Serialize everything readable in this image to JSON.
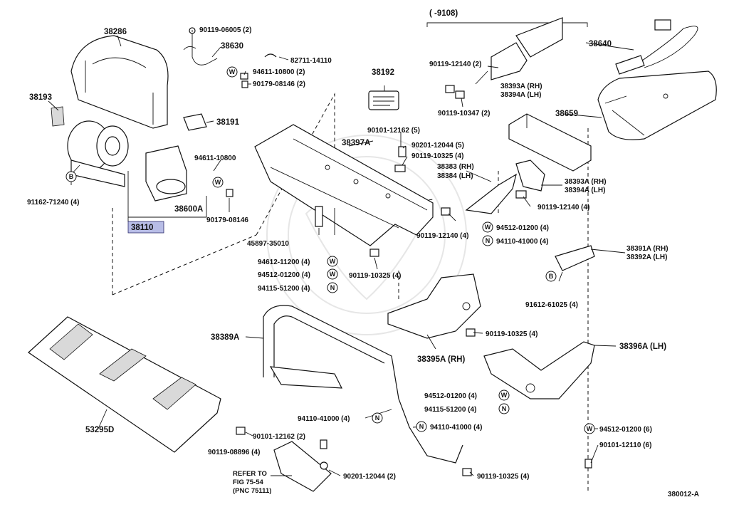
{
  "diagram_id": "380012-A",
  "range_header": "(      -9108)",
  "callouts": {
    "38286": "38286",
    "38193": "38193",
    "b_sym_1": "B",
    "91162_71240": "91162-71240 (4)",
    "38110": "38110",
    "38600A": "38600A",
    "90119_06005": "90119-06005 (2)",
    "38630": "38630",
    "82711_14110": "82711-14110",
    "94611_10800_2": "94611-10800 (2)",
    "90179_08146_2": "90179-08146 (2)",
    "w_sym_1": "W",
    "38191": "38191",
    "94611_10800": "94611-10800",
    "w_sym_2": "W",
    "90179_08146": "90179-08146",
    "38192": "38192",
    "38397A": "38397A",
    "45897_35010": "45897-35010",
    "94612_11200": "94612-11200 (4)",
    "94512_01200_a": "94512-01200 (4)",
    "94115_51200_a": "94115-51200 (4)",
    "w_sym_3": "W",
    "w_sym_4": "W",
    "n_sym_1": "N",
    "90119_10325_a": "90119-10325 (4)",
    "90119_12140_2": "90119-12140 (2)",
    "38393A_1": "38393A (RH)",
    "38394A_1": "38394A (LH)",
    "90119_10347": "90119-10347 (2)",
    "90101_12162_5": "90101-12162 (5)",
    "90201_12044_5": "90201-12044 (5)",
    "90119_10325_b": "90119-10325 (4)",
    "38383": "38383 (RH)",
    "38384": "38384 (LH)",
    "90119_12140_a": "90119-12140 (4)",
    "94512_01200_b": "94512-01200 (4)",
    "94110_41000_a": "94110-41000 (4)",
    "w_sym_5": "W",
    "n_sym_2": "N",
    "38640": "38640",
    "38659": "38659",
    "38393A_2": "38393A (RH)",
    "38394A_2": "38394A (LH)",
    "90119_12140_b": "90119-12140 (4)",
    "38391A": "38391A (RH)",
    "38392A": "38392A (LH)",
    "b_sym_2": "B",
    "91612_61025": "91612-61025 (4)",
    "38389A": "38389A",
    "38395A": "38395A (RH)",
    "90119_10325_c": "90119-10325 (4)",
    "38396A": "38396A (LH)",
    "94512_01200_c": "94512-01200 (4)",
    "94115_51200_b": "94115-51200 (4)",
    "w_sym_6": "W",
    "n_sym_3": "N",
    "53295D": "53295D",
    "94110_41000_b": "94110-41000 (4)",
    "94110_41000_c": "94110-41000 (4)",
    "n_sym_4": "N",
    "n_sym_5": "N",
    "90101_12162_2": "90101-12162 (2)",
    "90119_08896": "90119-08896 (4)",
    "90201_12044_2": "90201-12044 (2)",
    "90119_10325_d": "90119-10325 (4)",
    "94512_01200_6": "94512-01200 (6)",
    "w_sym_7": "W",
    "90101_12110": "90101-12110 (6)",
    "refer_line1": "REFER TO",
    "refer_line2": "FIG 75-54",
    "refer_line3": "(PNC 75111)"
  }
}
